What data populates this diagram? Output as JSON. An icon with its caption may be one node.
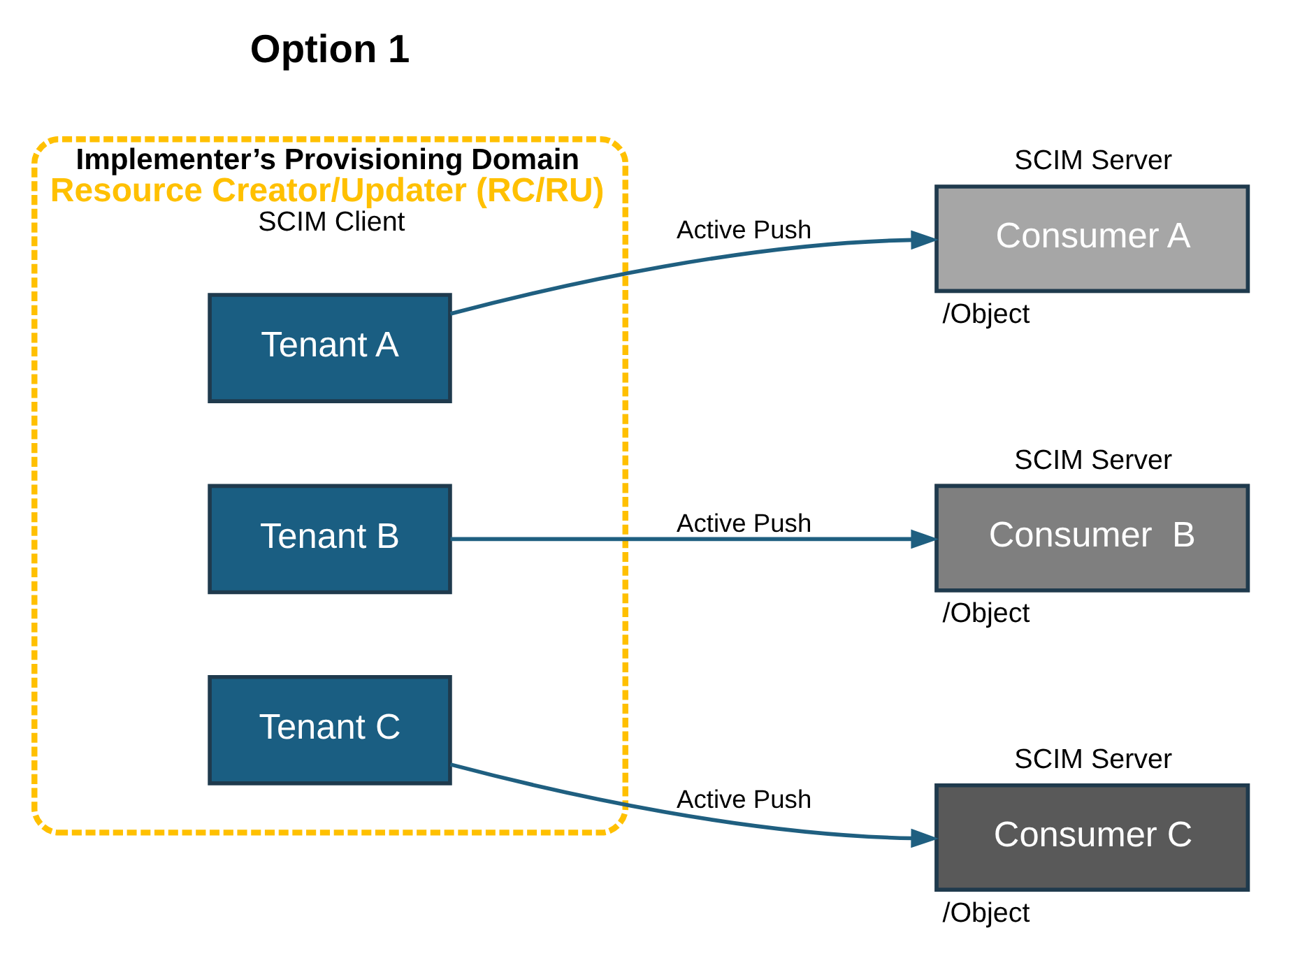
{
  "diagram": {
    "nodes": [
      {
        "text": [
          "Implementer’s Provisioning Domain",
          "Resource Creator/Updater (RC/RU)",
          "SCIM Client"
        ]
      },
      {
        "text": [
          "Tenant A"
        ],
        "in": 0
      },
      {
        "text": [
          "Tenant B"
        ],
        "in": 0
      },
      {
        "text": [
          "Tenant C"
        ],
        "in": 0
      },
      {
        "text": [
          "Consumer A"
        ],
        "beside": [
          "SCIM Server",
          "/Object"
        ]
      },
      {
        "text": [
          "Consumer  B"
        ],
        "beside": [
          "SCIM Server",
          "/Object"
        ]
      },
      {
        "text": [
          "Consumer C"
        ],
        "beside": [
          "SCIM Server",
          "/Object"
        ]
      }
    ],
    "edges": [
      {
        "from": 1,
        "to": 4,
        "arrow": "to",
        "label": "Active Push"
      },
      {
        "from": 2,
        "to": 5,
        "arrow": "to",
        "label": "Active Push"
      },
      {
        "from": 3,
        "to": 6,
        "arrow": "to",
        "label": "Active Push"
      }
    ],
    "labels": [
      "Option 1"
    ]
  }
}
